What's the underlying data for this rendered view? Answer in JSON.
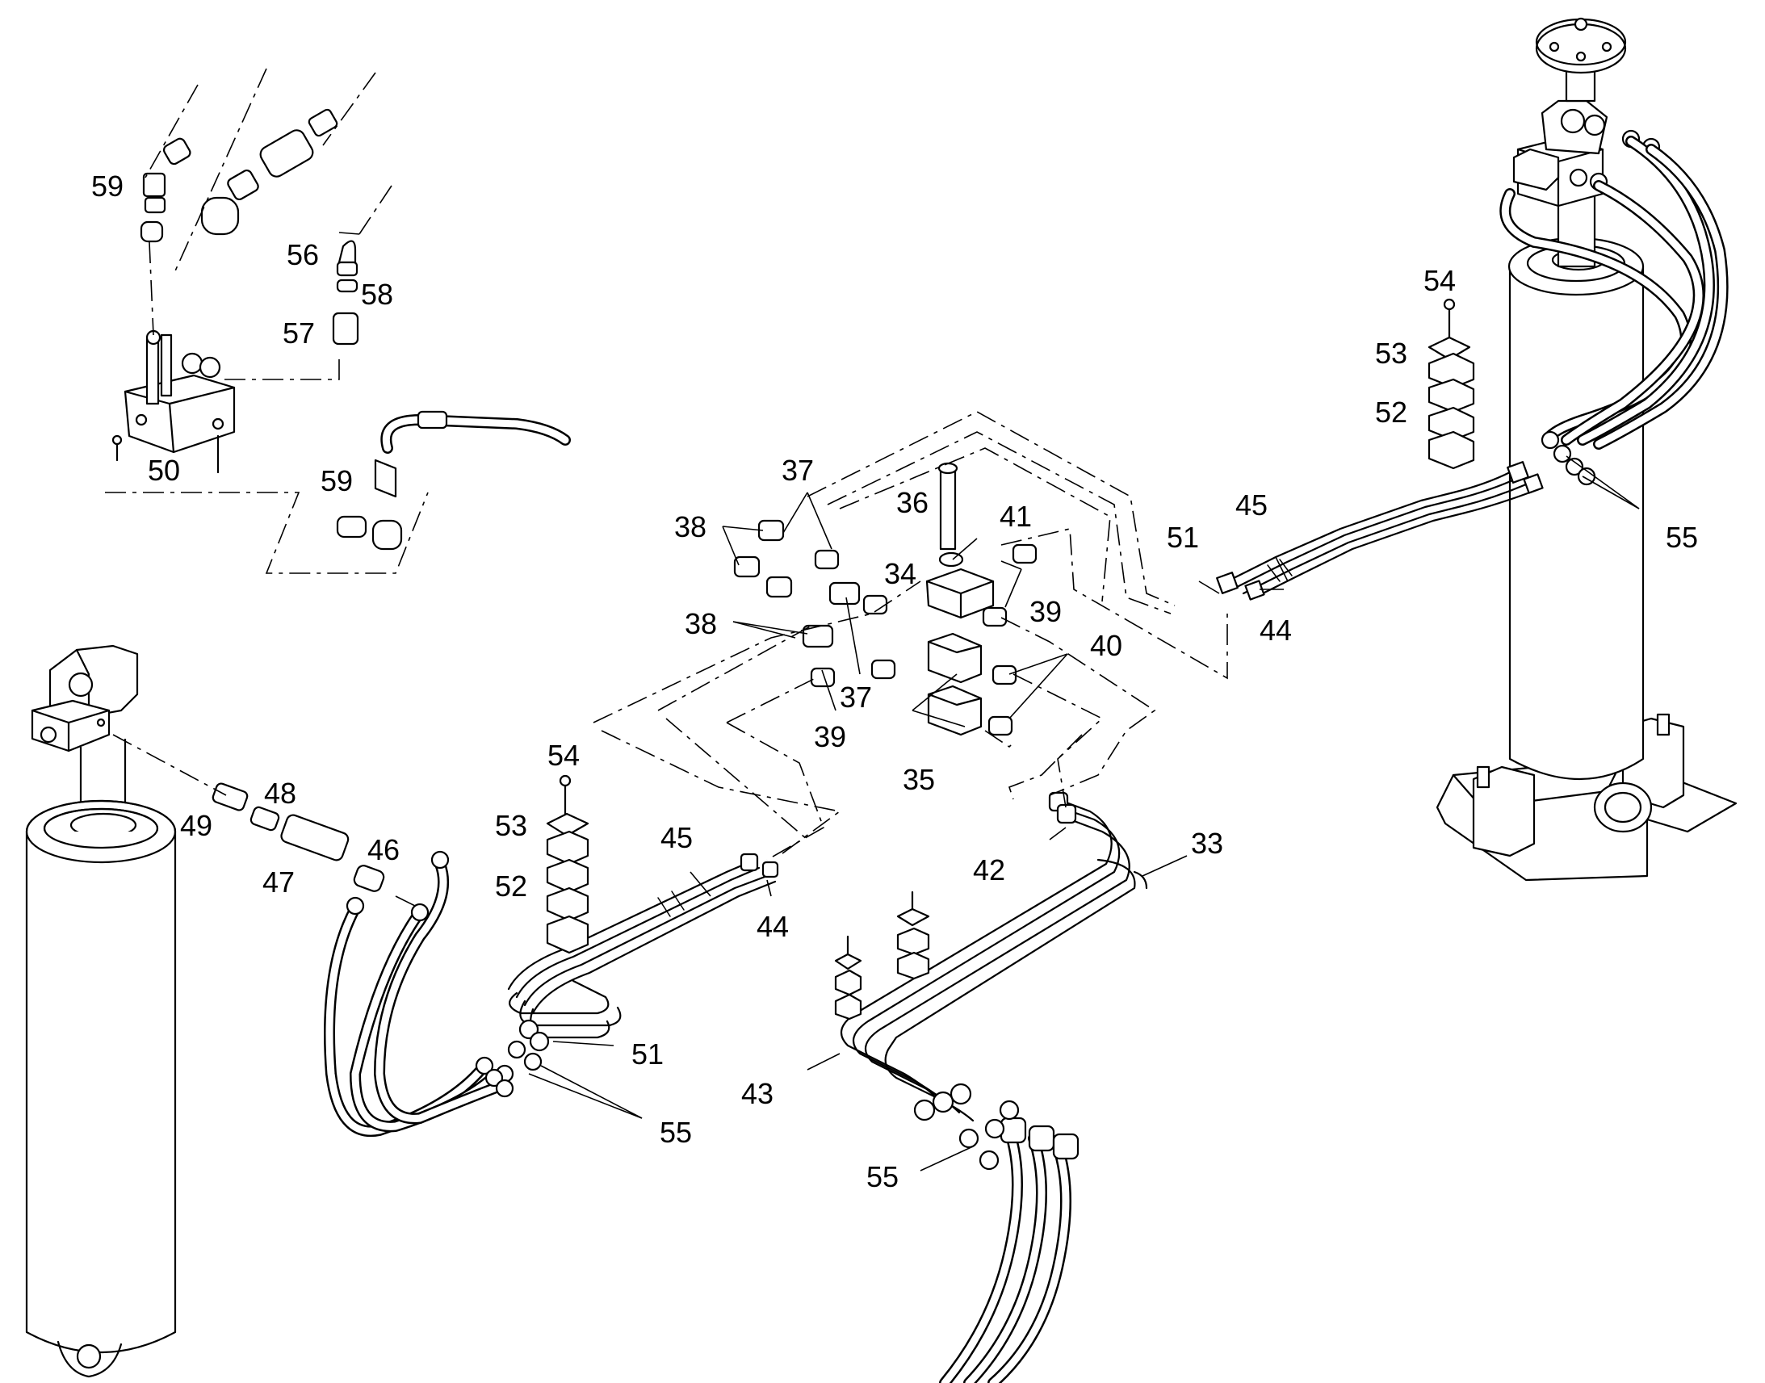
{
  "diagram": {
    "callouts": [
      {
        "id": "c59a",
        "text": "59"
      },
      {
        "id": "c56",
        "text": "56"
      },
      {
        "id": "c58",
        "text": "58"
      },
      {
        "id": "c57",
        "text": "57"
      },
      {
        "id": "c50",
        "text": "50"
      },
      {
        "id": "c59b",
        "text": "59"
      },
      {
        "id": "c37a",
        "text": "37"
      },
      {
        "id": "c38a",
        "text": "38"
      },
      {
        "id": "c36",
        "text": "36"
      },
      {
        "id": "c41",
        "text": "41"
      },
      {
        "id": "c34",
        "text": "34"
      },
      {
        "id": "c39a",
        "text": "39"
      },
      {
        "id": "c38b",
        "text": "38"
      },
      {
        "id": "c40",
        "text": "40"
      },
      {
        "id": "c37b",
        "text": "37"
      },
      {
        "id": "c39b",
        "text": "39"
      },
      {
        "id": "c35",
        "text": "35"
      },
      {
        "id": "c51a",
        "text": "51"
      },
      {
        "id": "c45a",
        "text": "45"
      },
      {
        "id": "c44a",
        "text": "44"
      },
      {
        "id": "c54a",
        "text": "54"
      },
      {
        "id": "c53a",
        "text": "53"
      },
      {
        "id": "c52a",
        "text": "52"
      },
      {
        "id": "c55a",
        "text": "55"
      },
      {
        "id": "c49",
        "text": "49"
      },
      {
        "id": "c48",
        "text": "48"
      },
      {
        "id": "c47",
        "text": "47"
      },
      {
        "id": "c46",
        "text": "46"
      },
      {
        "id": "c54b",
        "text": "54"
      },
      {
        "id": "c53b",
        "text": "53"
      },
      {
        "id": "c52b",
        "text": "52"
      },
      {
        "id": "c45b",
        "text": "45"
      },
      {
        "id": "c44b",
        "text": "44"
      },
      {
        "id": "c42",
        "text": "42"
      },
      {
        "id": "c33",
        "text": "33"
      },
      {
        "id": "c51b",
        "text": "51"
      },
      {
        "id": "c55b",
        "text": "55"
      },
      {
        "id": "c43",
        "text": "43"
      },
      {
        "id": "c55c",
        "text": "55"
      }
    ]
  }
}
